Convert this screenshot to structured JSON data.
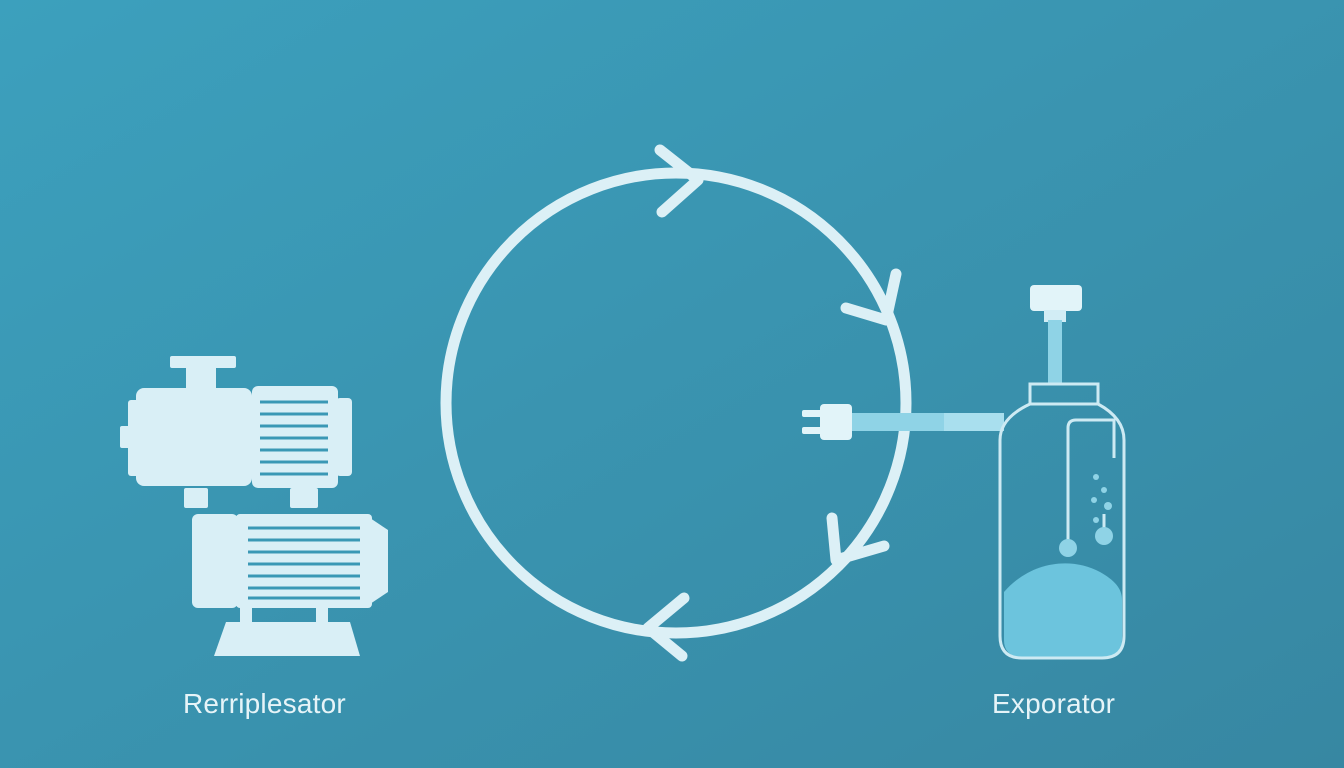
{
  "diagram": {
    "left_component": {
      "label": "Rerriplesator",
      "icon": "pump-motor-icon"
    },
    "right_component": {
      "label": "Exporator",
      "icon": "vessel-icon"
    },
    "cycle": {
      "icon": "circular-flow-arrows-icon",
      "direction": "clockwise",
      "arrow_count": 4
    },
    "connector": {
      "icon": "plug-icon"
    }
  },
  "colors": {
    "background_left": "#3a9ab8",
    "background_right": "#3a8aa4",
    "line": "#dcf0f6",
    "pipe": "#8fd3e6",
    "liquid": "#6cc4dd"
  }
}
